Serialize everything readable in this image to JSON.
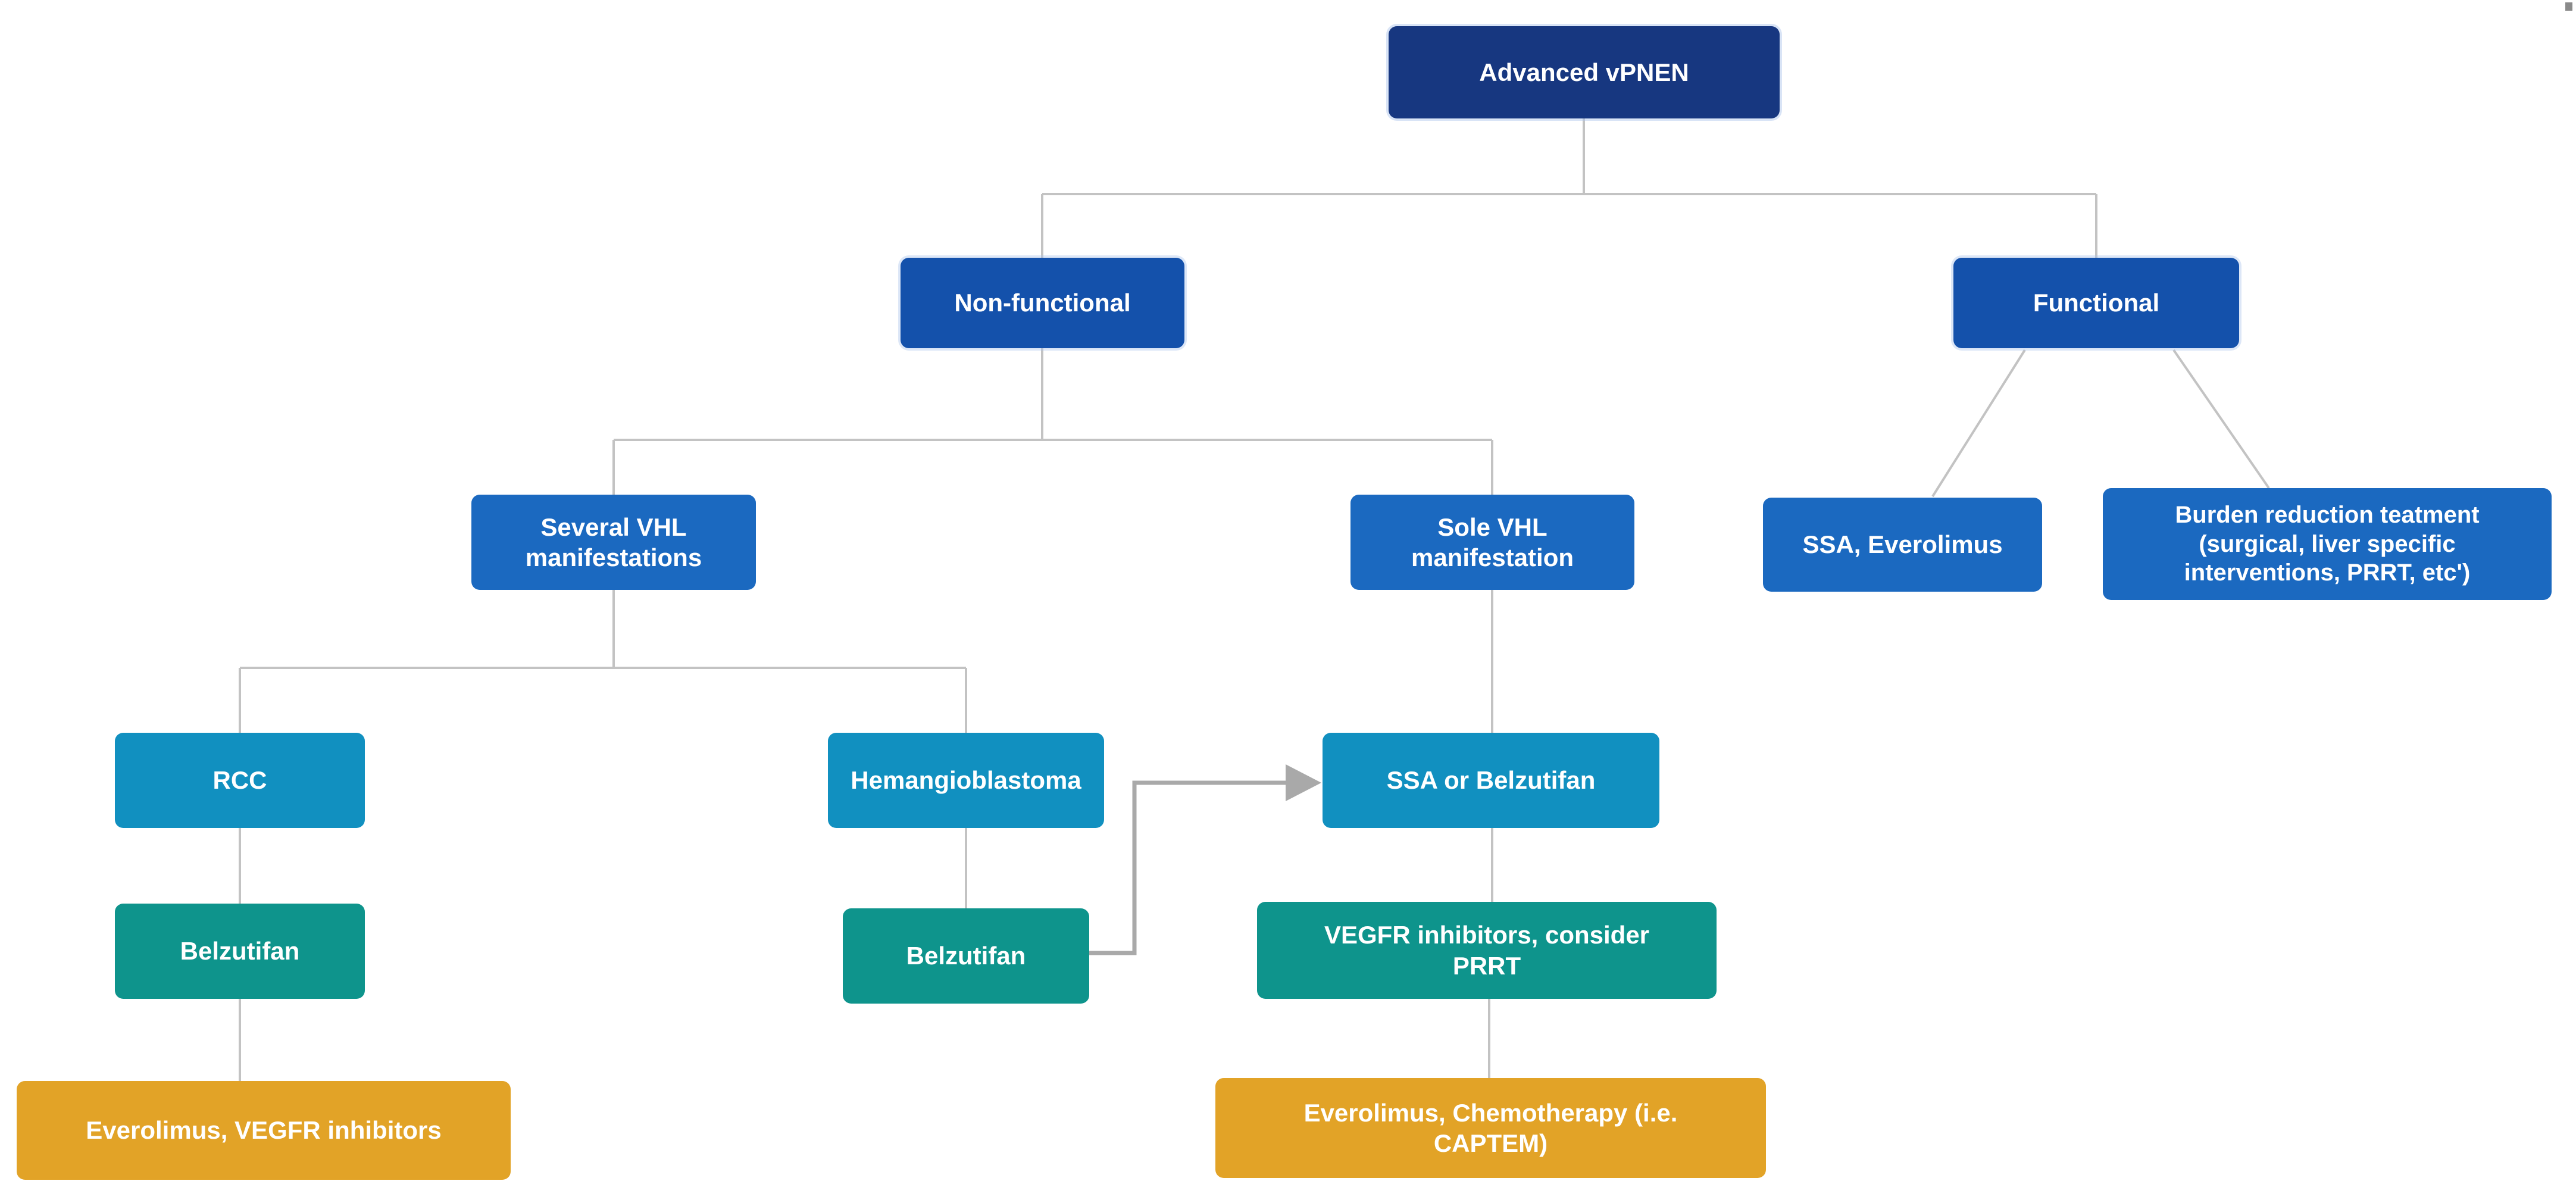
{
  "diagram_title": "Advanced vPNEN",
  "colors": {
    "level1_navy": "#173780",
    "level2_royal": "#1451ab",
    "level3_blue": "#1b69c0",
    "level4_cyan": "#1190c0",
    "treatment_teal": "#0e948c",
    "lastline_orange": "#e2a327",
    "connector_gray": "#c3c3c3",
    "arrow_gray": "#a9a9a9",
    "text_white": "#ffffff"
  },
  "nodes": {
    "advanced": {
      "label": "Advanced vPNEN"
    },
    "non_functional": {
      "label": "Non-functional"
    },
    "functional": {
      "label": "Functional"
    },
    "several_vhl": {
      "label": "Several VHL\nmanifestations"
    },
    "sole_vhl": {
      "label": "Sole VHL\nmanifestation"
    },
    "ssa_everolimus": {
      "label": "SSA, Everolimus"
    },
    "burden_reduction": {
      "label": "Burden reduction teatment\n(surgical, liver specific\ninterventions, PRRT, etc')"
    },
    "rcc": {
      "label": "RCC"
    },
    "hemangioblastoma": {
      "label": "Hemangioblastoma"
    },
    "ssa_or_belzutifan": {
      "label": "SSA or Belzutifan"
    },
    "belzutifan_rcc": {
      "label": "Belzutifan"
    },
    "belzutifan_hemangio": {
      "label": "Belzutifan"
    },
    "vegfr_prrt": {
      "label": "VEGFR inhibitors, consider\nPRRT"
    },
    "everolimus_vegfr": {
      "label": "Everolimus, VEGFR inhibitors"
    },
    "everolimus_captem": {
      "label": "Everolimus, Chemotherapy (i.e.\nCAPTEM)"
    }
  },
  "edges": [
    {
      "from": "advanced",
      "to": "non_functional"
    },
    {
      "from": "advanced",
      "to": "functional"
    },
    {
      "from": "non_functional",
      "to": "several_vhl"
    },
    {
      "from": "non_functional",
      "to": "sole_vhl"
    },
    {
      "from": "functional",
      "to": "ssa_everolimus"
    },
    {
      "from": "functional",
      "to": "burden_reduction"
    },
    {
      "from": "several_vhl",
      "to": "rcc"
    },
    {
      "from": "several_vhl",
      "to": "hemangioblastoma"
    },
    {
      "from": "sole_vhl",
      "to": "ssa_or_belzutifan"
    },
    {
      "from": "rcc",
      "to": "belzutifan_rcc"
    },
    {
      "from": "belzutifan_rcc",
      "to": "everolimus_vegfr"
    },
    {
      "from": "hemangioblastoma",
      "to": "belzutifan_hemangio"
    },
    {
      "from": "belzutifan_hemangio",
      "to": "ssa_or_belzutifan",
      "arrow": true
    },
    {
      "from": "ssa_or_belzutifan",
      "to": "vegfr_prrt"
    },
    {
      "from": "vegfr_prrt",
      "to": "everolimus_captem"
    }
  ]
}
